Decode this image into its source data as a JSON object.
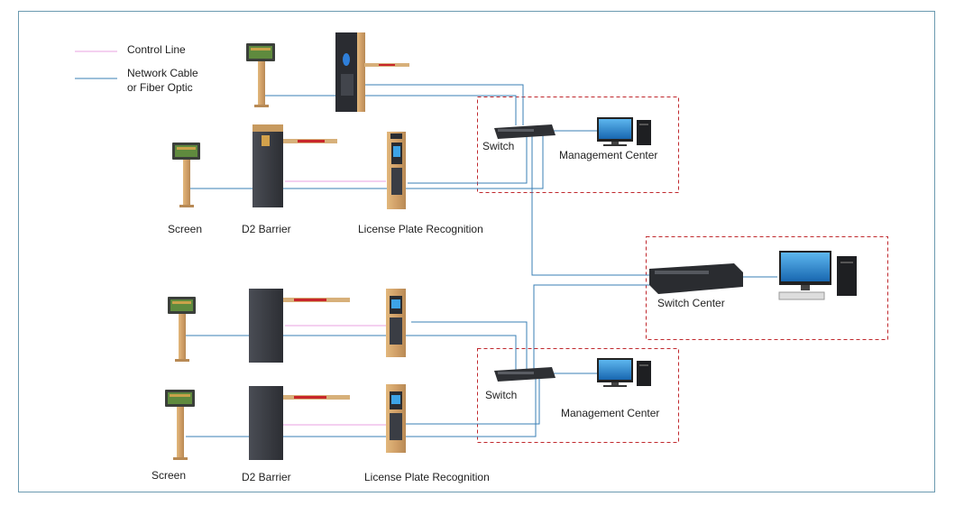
{
  "legend": {
    "control_line": "Control Line",
    "network_cable_1": "Network Cable",
    "network_cable_2": "or Fiber Optic"
  },
  "labels": {
    "screen_1": "Screen",
    "barrier_1": "D2 Barrier",
    "lpr_1": "License Plate Recognition",
    "switch_1": "Switch",
    "mgmt_1": "Management Center",
    "switch_center": "Switch Center",
    "switch_2": "Switch",
    "mgmt_2": "Management Center",
    "screen_2": "Screen",
    "barrier_2": "D2 Barrier",
    "lpr_2": "License Plate Recognition"
  },
  "colors": {
    "control_line": "#e8a0e0",
    "network_line": "#3a7fb5",
    "dashed_box": "#c0282d",
    "frame": "#6b9ab0",
    "post_gold": "#d4a76a",
    "cabinet_dark": "#3d4047",
    "boom_red": "#c8262b"
  }
}
